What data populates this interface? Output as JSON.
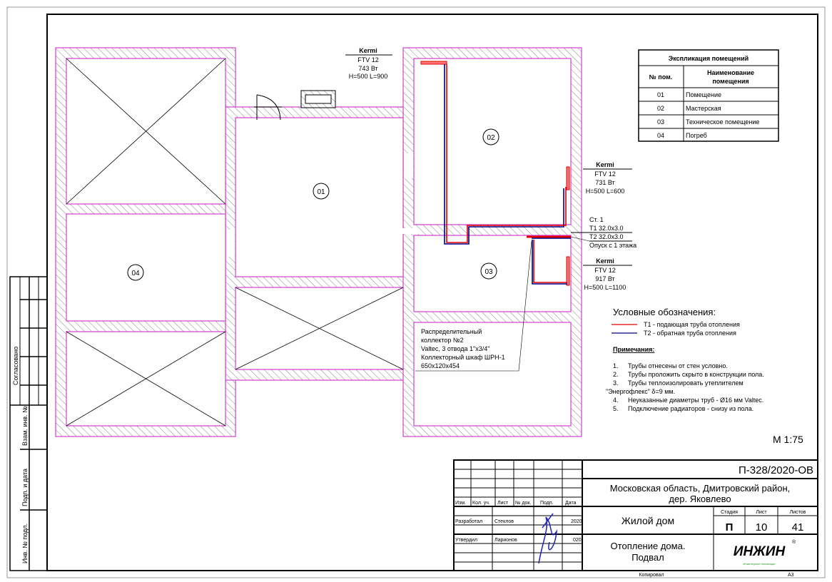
{
  "rooms": [
    {
      "num": "01"
    },
    {
      "num": "02"
    },
    {
      "num": "03"
    },
    {
      "num": "04"
    }
  ],
  "radiators": [
    {
      "brand": "Kermi",
      "model": "FTV 12",
      "power": "743 Вт",
      "size": "H=500 L=900"
    },
    {
      "brand": "Kermi",
      "model": "FTV 12",
      "power": "731 Вт",
      "size": "H=500 L=600"
    },
    {
      "brand": "Kermi",
      "model": "FTV 12",
      "power": "917 Вт",
      "size": "H=500 L=1100"
    }
  ],
  "riser": {
    "name": "Ст. 1",
    "t1": "Т1 32.0x3.0",
    "t2": "Т2 32.0x3.0",
    "note": "Опуск с 1 этажа"
  },
  "collector": {
    "lines": [
      "Распределительный",
      "коллектор №2",
      "Valtec, 3 отвода 1\"x3/4\"",
      "Коллекторный шкаф ШРН-1",
      "650x120x454"
    ]
  },
  "explication": {
    "title": "Экспликация помещений",
    "col_num": "№ пом.",
    "col_name_1": "Наименование",
    "col_name_2": "помещения",
    "rows": [
      {
        "num": "01",
        "name": "Помещение"
      },
      {
        "num": "02",
        "name": "Мастерская"
      },
      {
        "num": "03",
        "name": "Техническое помещение"
      },
      {
        "num": "04",
        "name": "Погреб"
      }
    ]
  },
  "legend": {
    "title": "Условные обозначения:",
    "t1": "Т1 - подающая труба отопления",
    "t2": "Т2 - обратная труба отопления",
    "t1_color": "#e00000",
    "t2_color": "#000080"
  },
  "notes": {
    "title": "Примечания:",
    "items": [
      {
        "n": "1.",
        "text": "Трубы отнесены от стен условно."
      },
      {
        "n": "2.",
        "text": "Трубы проложить скрыто в конструкции пола."
      },
      {
        "n": "3.",
        "text": "Трубы теплоизолировать утеплителем"
      },
      {
        "n": "",
        "text": "\"Энергофлекс\" δ=9 мм."
      },
      {
        "n": "4.",
        "text": "Неуказанные диаметры труб - Ø16 мм Valtec."
      },
      {
        "n": "5.",
        "text": "Подключение радиаторов - снизу из пола."
      }
    ]
  },
  "scale": "М 1:75",
  "stamp_side": {
    "agreed": "Согласовано",
    "inv_replace": "Взам. инв. №",
    "sign_date": "Подп. и дата",
    "inv_orig": "Инв. № подл."
  },
  "title_block": {
    "code": "П-328/2020-ОВ",
    "location_1": "Московская область, Дмитровский район,",
    "location_2": "дер. Яковлево",
    "object": "Жилой дом",
    "sheet_title_1": "Отопление дома.",
    "sheet_title_2": "Подвал",
    "headers": [
      "Изм.",
      "Кол. уч.",
      "Лист",
      "№ док.",
      "Подп.",
      "Дата"
    ],
    "developed_label": "Разработал",
    "developed_name": "Стеклов",
    "developed_date": "2020",
    "approved_label": "Утвердил",
    "approved_name": "Ларионов",
    "approved_date": "020",
    "stage_label": "Стадия",
    "sheet_label": "Лист",
    "sheets_label": "Листов",
    "stage": "П",
    "sheet": "10",
    "sheets": "41",
    "logo": "ИНЖИН",
    "logo_sub": "Инженерные инновации",
    "copied": "Копировал",
    "format": "А3"
  }
}
